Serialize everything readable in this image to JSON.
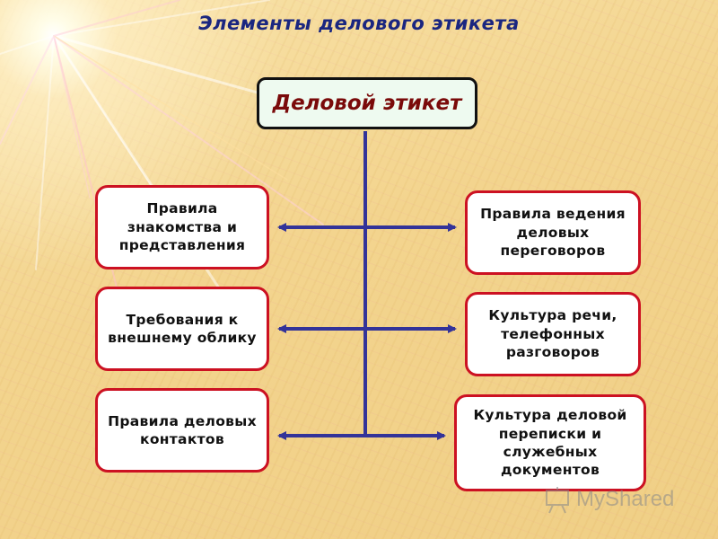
{
  "title": "Элементы делового этикета",
  "root": "Деловой этикет",
  "left_items": [
    "Правила знакомства и представления",
    "Требования к внешнему облику",
    "Правила деловых контактов"
  ],
  "right_items": [
    "Правила ведения деловых переговоров",
    "Культура речи, телефонных разговоров",
    "Культура деловой переписки и служебных документов"
  ],
  "watermark": "MyShared",
  "colors": {
    "title": "#1a2680",
    "root_text": "#7a0a0a",
    "box_border": "#cc1122",
    "connector": "#333399"
  }
}
